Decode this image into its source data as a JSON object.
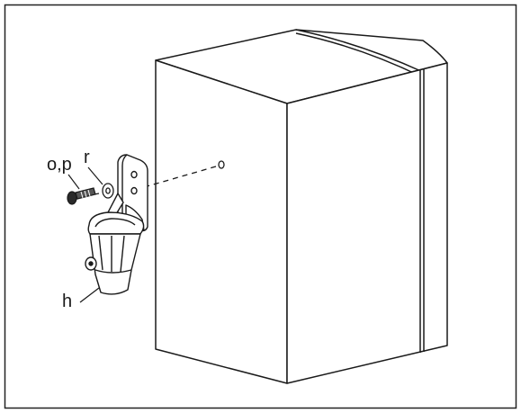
{
  "labels": {
    "screw": "o,p",
    "washer": "r",
    "holder": "h"
  },
  "colors": {
    "line": "#1a1a1a",
    "fill": "#ffffff",
    "border": "#222222"
  }
}
